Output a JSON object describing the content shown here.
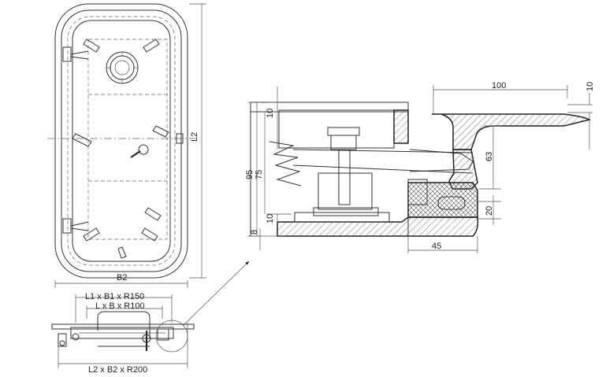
{
  "labels": {
    "front_height": "L2",
    "front_width": "B2",
    "top_outer": "L1 x B1 x R150",
    "top_inner": "L x B x R100",
    "top_bottom": "L2 x B2 x R200",
    "dim_100": "100",
    "dim_10_right": "10",
    "dim_10_top": "10",
    "dim_95": "95",
    "dim_75": "75",
    "dim_10_mid": "10",
    "dim_8": "8",
    "dim_63": "63",
    "dim_20": "20",
    "dim_45": "45"
  },
  "colors": {
    "line": "#333333",
    "background": "#ffffff"
  }
}
